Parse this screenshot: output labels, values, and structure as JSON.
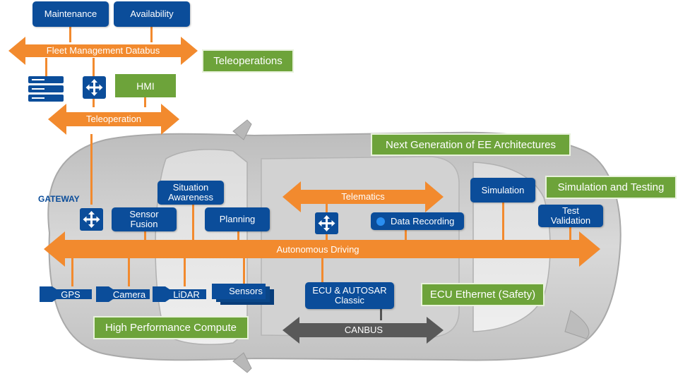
{
  "blocks": {
    "maintenance": "Maintenance",
    "availability": "Availability",
    "hmi": "HMI",
    "situation_awareness": "Situation\nAwareness",
    "sensor_fusion": "Sensor\nFusion",
    "planning": "Planning",
    "data_recording": "Data Recording",
    "simulation": "Simulation",
    "test_validation": "Test\nValidation",
    "ecu_autosar": "ECU & AUTOSAR\nClassic",
    "gps": "GPS",
    "camera": "Camera",
    "lidar": "LiDAR",
    "sensors": "Sensors"
  },
  "buses": {
    "fleet_management": "Fleet Management Databus",
    "teleoperation": "Teleoperation",
    "telematics": "Telematics",
    "autonomous_driving": "Autonomous Driving",
    "canbus": "CANBUS"
  },
  "gateway_label": "GATEWAY",
  "use_cases": {
    "teleoperations": "Teleoperations",
    "next_gen_ee": "Next Generation of EE Architectures",
    "simulation_testing": "Simulation and Testing",
    "ecu_ethernet": "ECU Ethernet (Safety)",
    "high_performance_compute": "High Performance Compute"
  },
  "colors": {
    "bus_orange": "#f28a2e",
    "block_blue": "#0b4d9a",
    "usecase_green": "#6da33a",
    "canbus_gray": "#555555",
    "car_gray": "#cfcfcf"
  },
  "icons": [
    "server-icon",
    "four-way-arrow-icon",
    "four-way-arrow-icon",
    "four-way-arrow-icon",
    "record-dot-icon"
  ]
}
